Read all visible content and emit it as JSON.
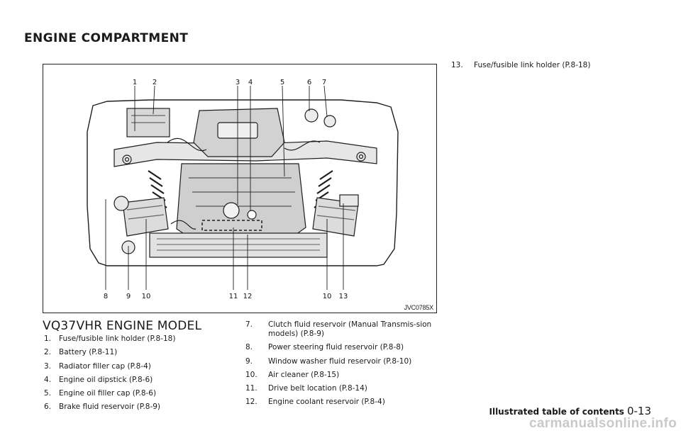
{
  "section_title": "ENGINE COMPARTMENT",
  "figure": {
    "code": "JVC0785X",
    "callouts_top": [
      "1",
      "2",
      "3",
      "4",
      "5",
      "6",
      "7"
    ],
    "callouts_bottom": [
      "8",
      "9",
      "10",
      "11",
      "12",
      "10",
      "13"
    ]
  },
  "model_heading": "VQ37VHR ENGINE MODEL",
  "items_col1": [
    {
      "num": "1.",
      "text": "Fuse/fusible link holder (P.8-18)"
    },
    {
      "num": "2.",
      "text": "Battery (P.8-11)"
    },
    {
      "num": "3.",
      "text": "Radiator filler cap (P.8-4)"
    },
    {
      "num": "4.",
      "text": "Engine oil dipstick (P.8-6)"
    },
    {
      "num": "5.",
      "text": "Engine oil filler cap (P.8-6)"
    },
    {
      "num": "6.",
      "text": "Brake fluid reservoir (P.8-9)"
    }
  ],
  "items_col2": [
    {
      "num": "7.",
      "text": "Clutch fluid reservoir (Manual Transmis-sion models) (P.8-9)"
    },
    {
      "num": "8.",
      "text": "Power steering fluid reservoir (P.8-8)"
    },
    {
      "num": "9.",
      "text": "Window washer fluid reservoir (P.8-10)"
    },
    {
      "num": "10.",
      "text": "Air cleaner (P.8-15)"
    },
    {
      "num": "11.",
      "text": "Drive belt location (P.8-14)"
    },
    {
      "num": "12.",
      "text": "Engine coolant reservoir (P.8-4)"
    }
  ],
  "items_col3": [
    {
      "num": "13.",
      "text": "Fuse/fusible link holder (P.8-18)"
    }
  ],
  "footer": {
    "title": "Illustrated table of contents",
    "page": "0-13"
  },
  "watermark": "carmanualsonline.info"
}
